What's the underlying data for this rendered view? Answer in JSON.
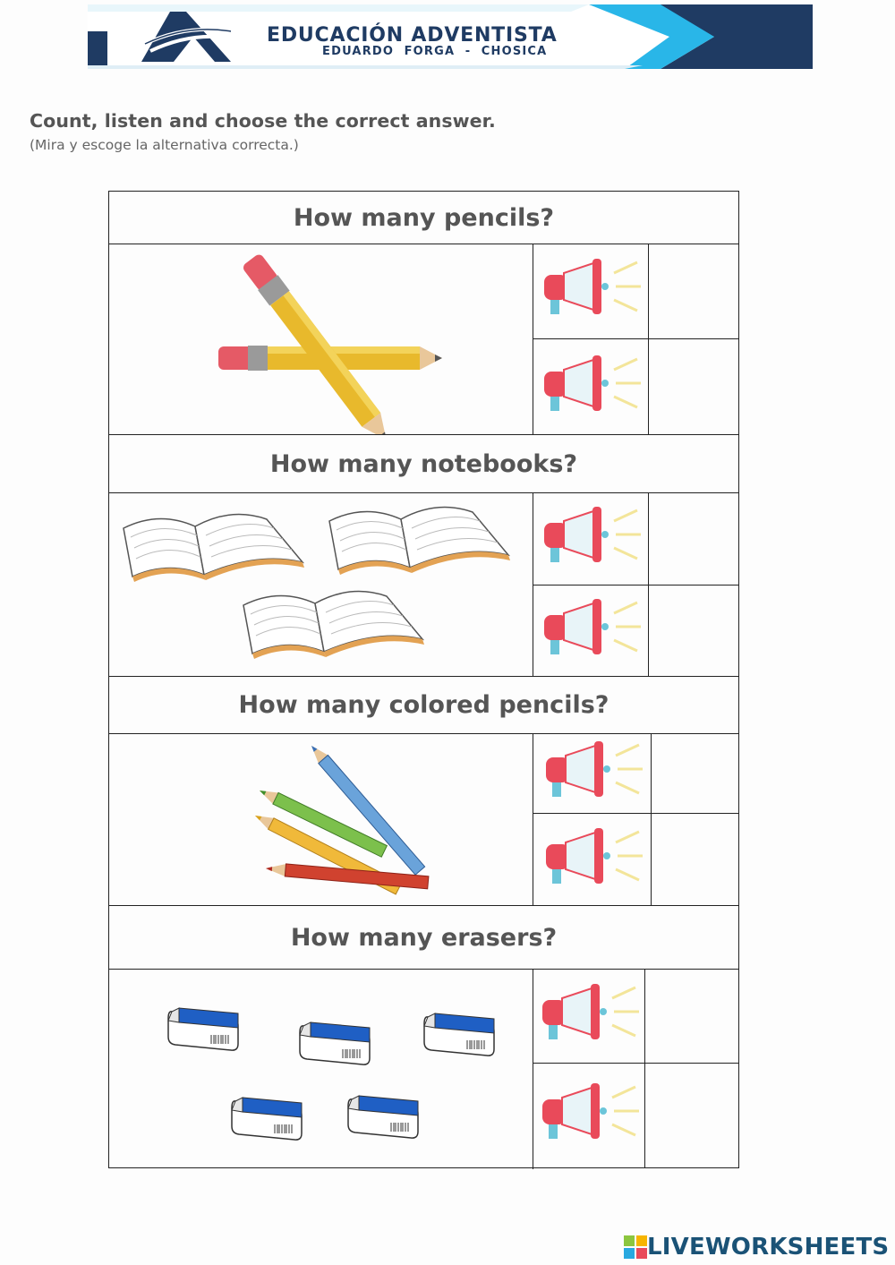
{
  "header": {
    "logo_letter": "A",
    "title": "EDUCACIÓN ADVENTISTA",
    "subtitle": "EDUARDO  FORGA  -  CHOSICA"
  },
  "instructions": {
    "title": "Count, listen and choose the correct answer.",
    "subtitle": "(Mira y escoge la alternativa correcta.)"
  },
  "questions": [
    {
      "text": "How many pencils?",
      "image": "two-pencils-crossed",
      "options": [
        "speaker-icon",
        "speaker-icon"
      ]
    },
    {
      "text": "How many notebooks?",
      "image": "three-open-notebooks",
      "options": [
        "speaker-icon",
        "speaker-icon"
      ]
    },
    {
      "text": "How many colored pencils?",
      "image": "four-colored-pencils",
      "options": [
        "speaker-icon",
        "speaker-icon"
      ]
    },
    {
      "text": "How many erasers?",
      "image": "five-erasers",
      "options": [
        "speaker-icon",
        "speaker-icon"
      ]
    }
  ],
  "colors": {
    "banner_dark": "#1f3b63",
    "banner_light": "#29b6e8",
    "speaker_red": "#e94a5a",
    "speaker_blue": "#6cc5d9",
    "text_gray": "#555555"
  },
  "footer": {
    "brand": "LIVEWORKSHEETS"
  }
}
